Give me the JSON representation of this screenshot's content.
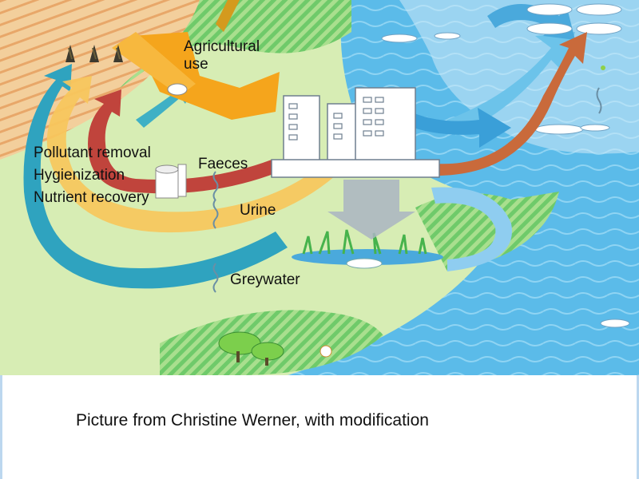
{
  "labels": {
    "agricultural_use": "Agricultural\nuse",
    "pollutant_removal": "Pollutant removal",
    "hygienization": "Hygienization",
    "nutrient_recovery": "Nutrient recovery",
    "faeces": "Faeces",
    "urine": "Urine",
    "greywater": "Greywater"
  },
  "caption": "Picture from Christine Werner, with modification",
  "colors": {
    "field_green": "#d5ecb2",
    "land_hatch": "#7fd07a",
    "water_blue": "#4db4e8",
    "sky_blue": "#cfe9f7",
    "faeces_red": "#c0453d",
    "urine_yellow": "#f6c75a",
    "greywater_teal": "#32a7c2",
    "agri_orange": "#f4a41b",
    "recycle_brown": "#c96a3b",
    "soil_tan": "#f1c68f"
  }
}
